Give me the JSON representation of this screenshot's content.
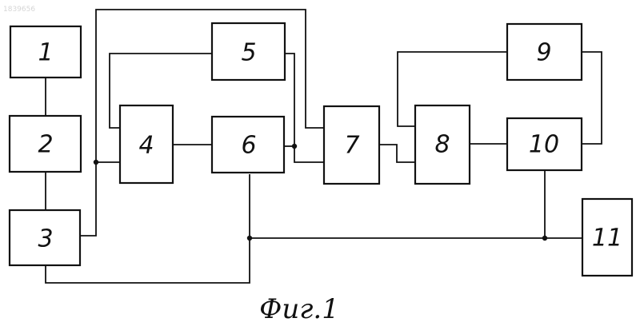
{
  "document_number": "1839656",
  "caption": "Фиг.1",
  "blocks": {
    "b1": "1",
    "b2": "2",
    "b3": "3",
    "b4": "4",
    "b5": "5",
    "b6": "6",
    "b7": "7",
    "b8": "8",
    "b9": "9",
    "b10": "10",
    "b11": "11"
  }
}
